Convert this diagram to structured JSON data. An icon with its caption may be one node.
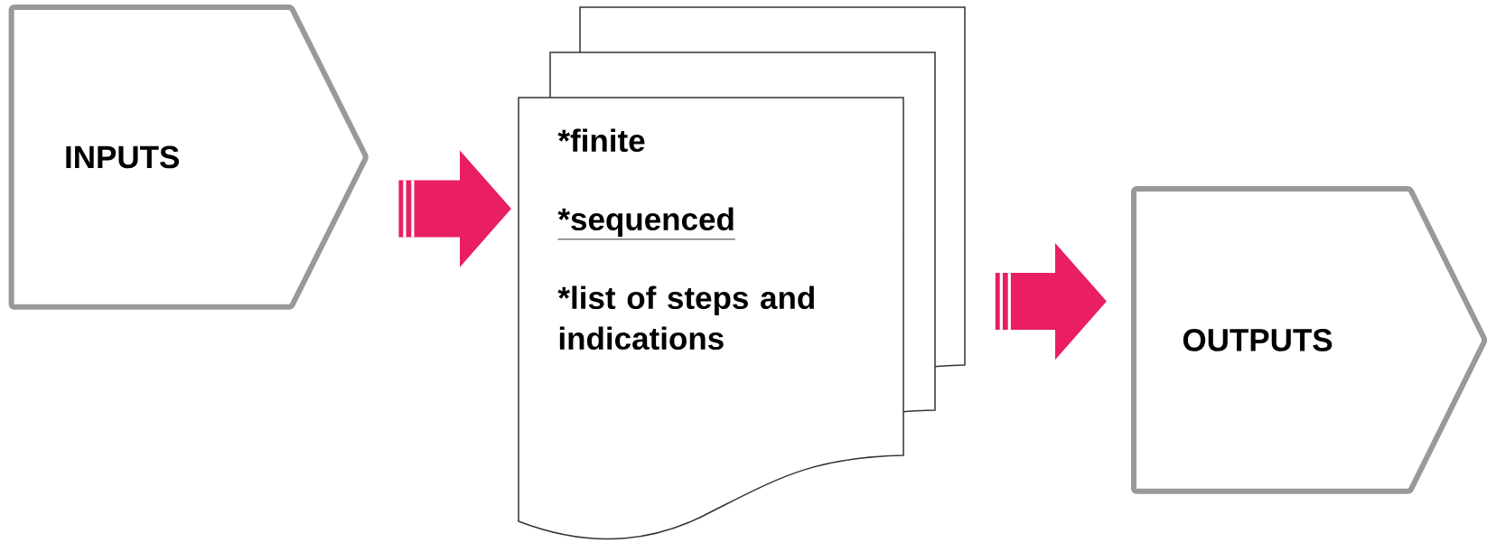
{
  "diagram": {
    "nodes": [
      {
        "text": [
          "INPUTS"
        ]
      },
      {
        "text": [
          "*finite",
          "*sequenced",
          "*list of steps and indications"
        ]
      },
      {
        "text": [
          "OUTPUTS"
        ]
      }
    ],
    "edges": [
      {
        "from": 0,
        "to": 1,
        "arrow": "to"
      },
      {
        "from": 1,
        "to": 2,
        "arrow": "to"
      }
    ]
  }
}
